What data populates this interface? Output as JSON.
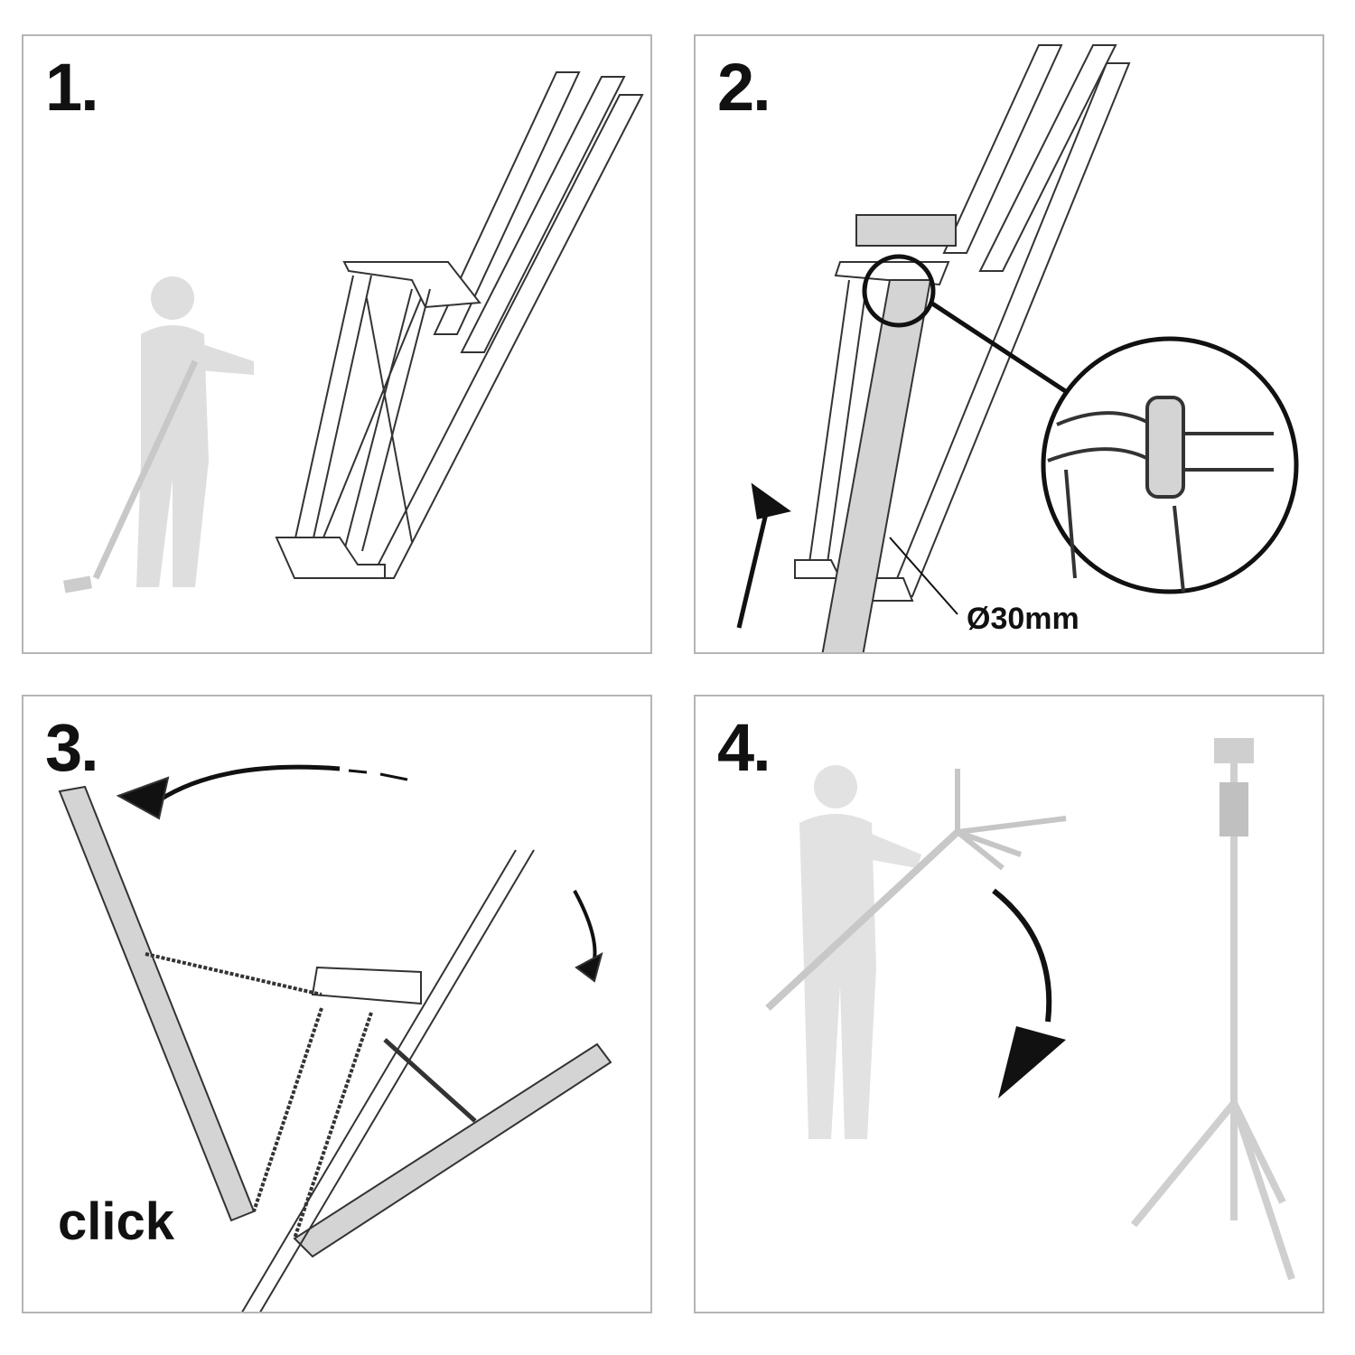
{
  "steps": [
    {
      "number": "1."
    },
    {
      "number": "2.",
      "diameter_label": "Ø30mm"
    },
    {
      "number": "3.",
      "action_label": "click"
    },
    {
      "number": "4."
    }
  ],
  "colors": {
    "border": "#b5b5b5",
    "ink": "#111111",
    "fill_gray": "#d4d4d4",
    "figure_gray": "#dcdcdc"
  }
}
